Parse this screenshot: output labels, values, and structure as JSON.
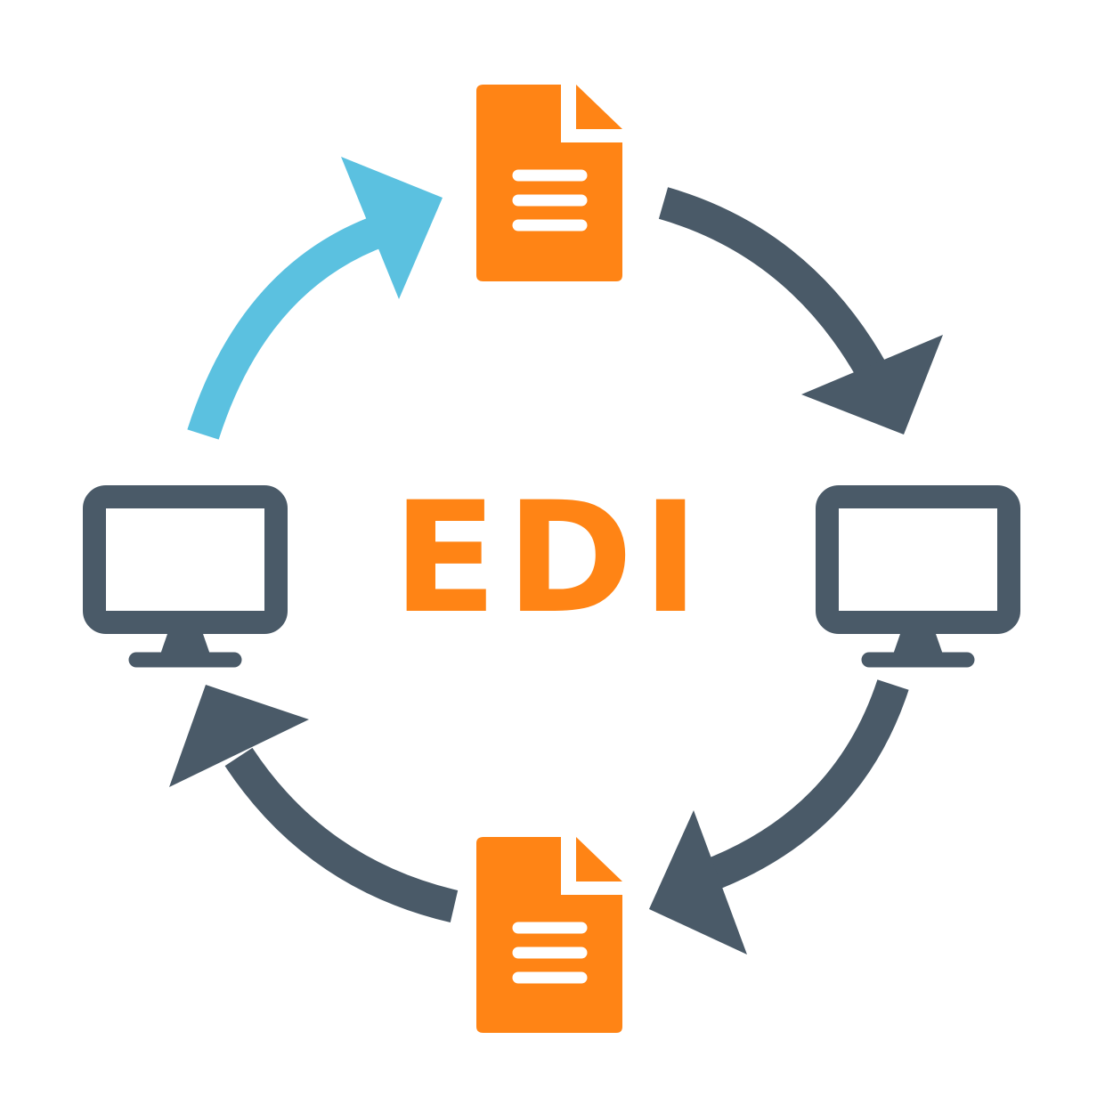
{
  "center_label": "EDI",
  "colors": {
    "document": "#FF8415",
    "computer": "#4A5A68",
    "arrow_primary": "#4A5A68",
    "arrow_highlight": "#5BC1E0",
    "document_line": "#FFFFFF"
  },
  "nodes": [
    {
      "name": "document-top",
      "icon": "document-icon"
    },
    {
      "name": "computer-right",
      "icon": "monitor-icon"
    },
    {
      "name": "document-bottom",
      "icon": "document-icon"
    },
    {
      "name": "computer-left",
      "icon": "monitor-icon"
    }
  ],
  "flow": [
    {
      "from": "document-top",
      "to": "computer-right",
      "style": "primary"
    },
    {
      "from": "computer-right",
      "to": "document-bottom",
      "style": "primary"
    },
    {
      "from": "document-bottom",
      "to": "computer-left",
      "style": "primary"
    },
    {
      "from": "computer-left",
      "to": "document-top",
      "style": "highlight"
    }
  ]
}
